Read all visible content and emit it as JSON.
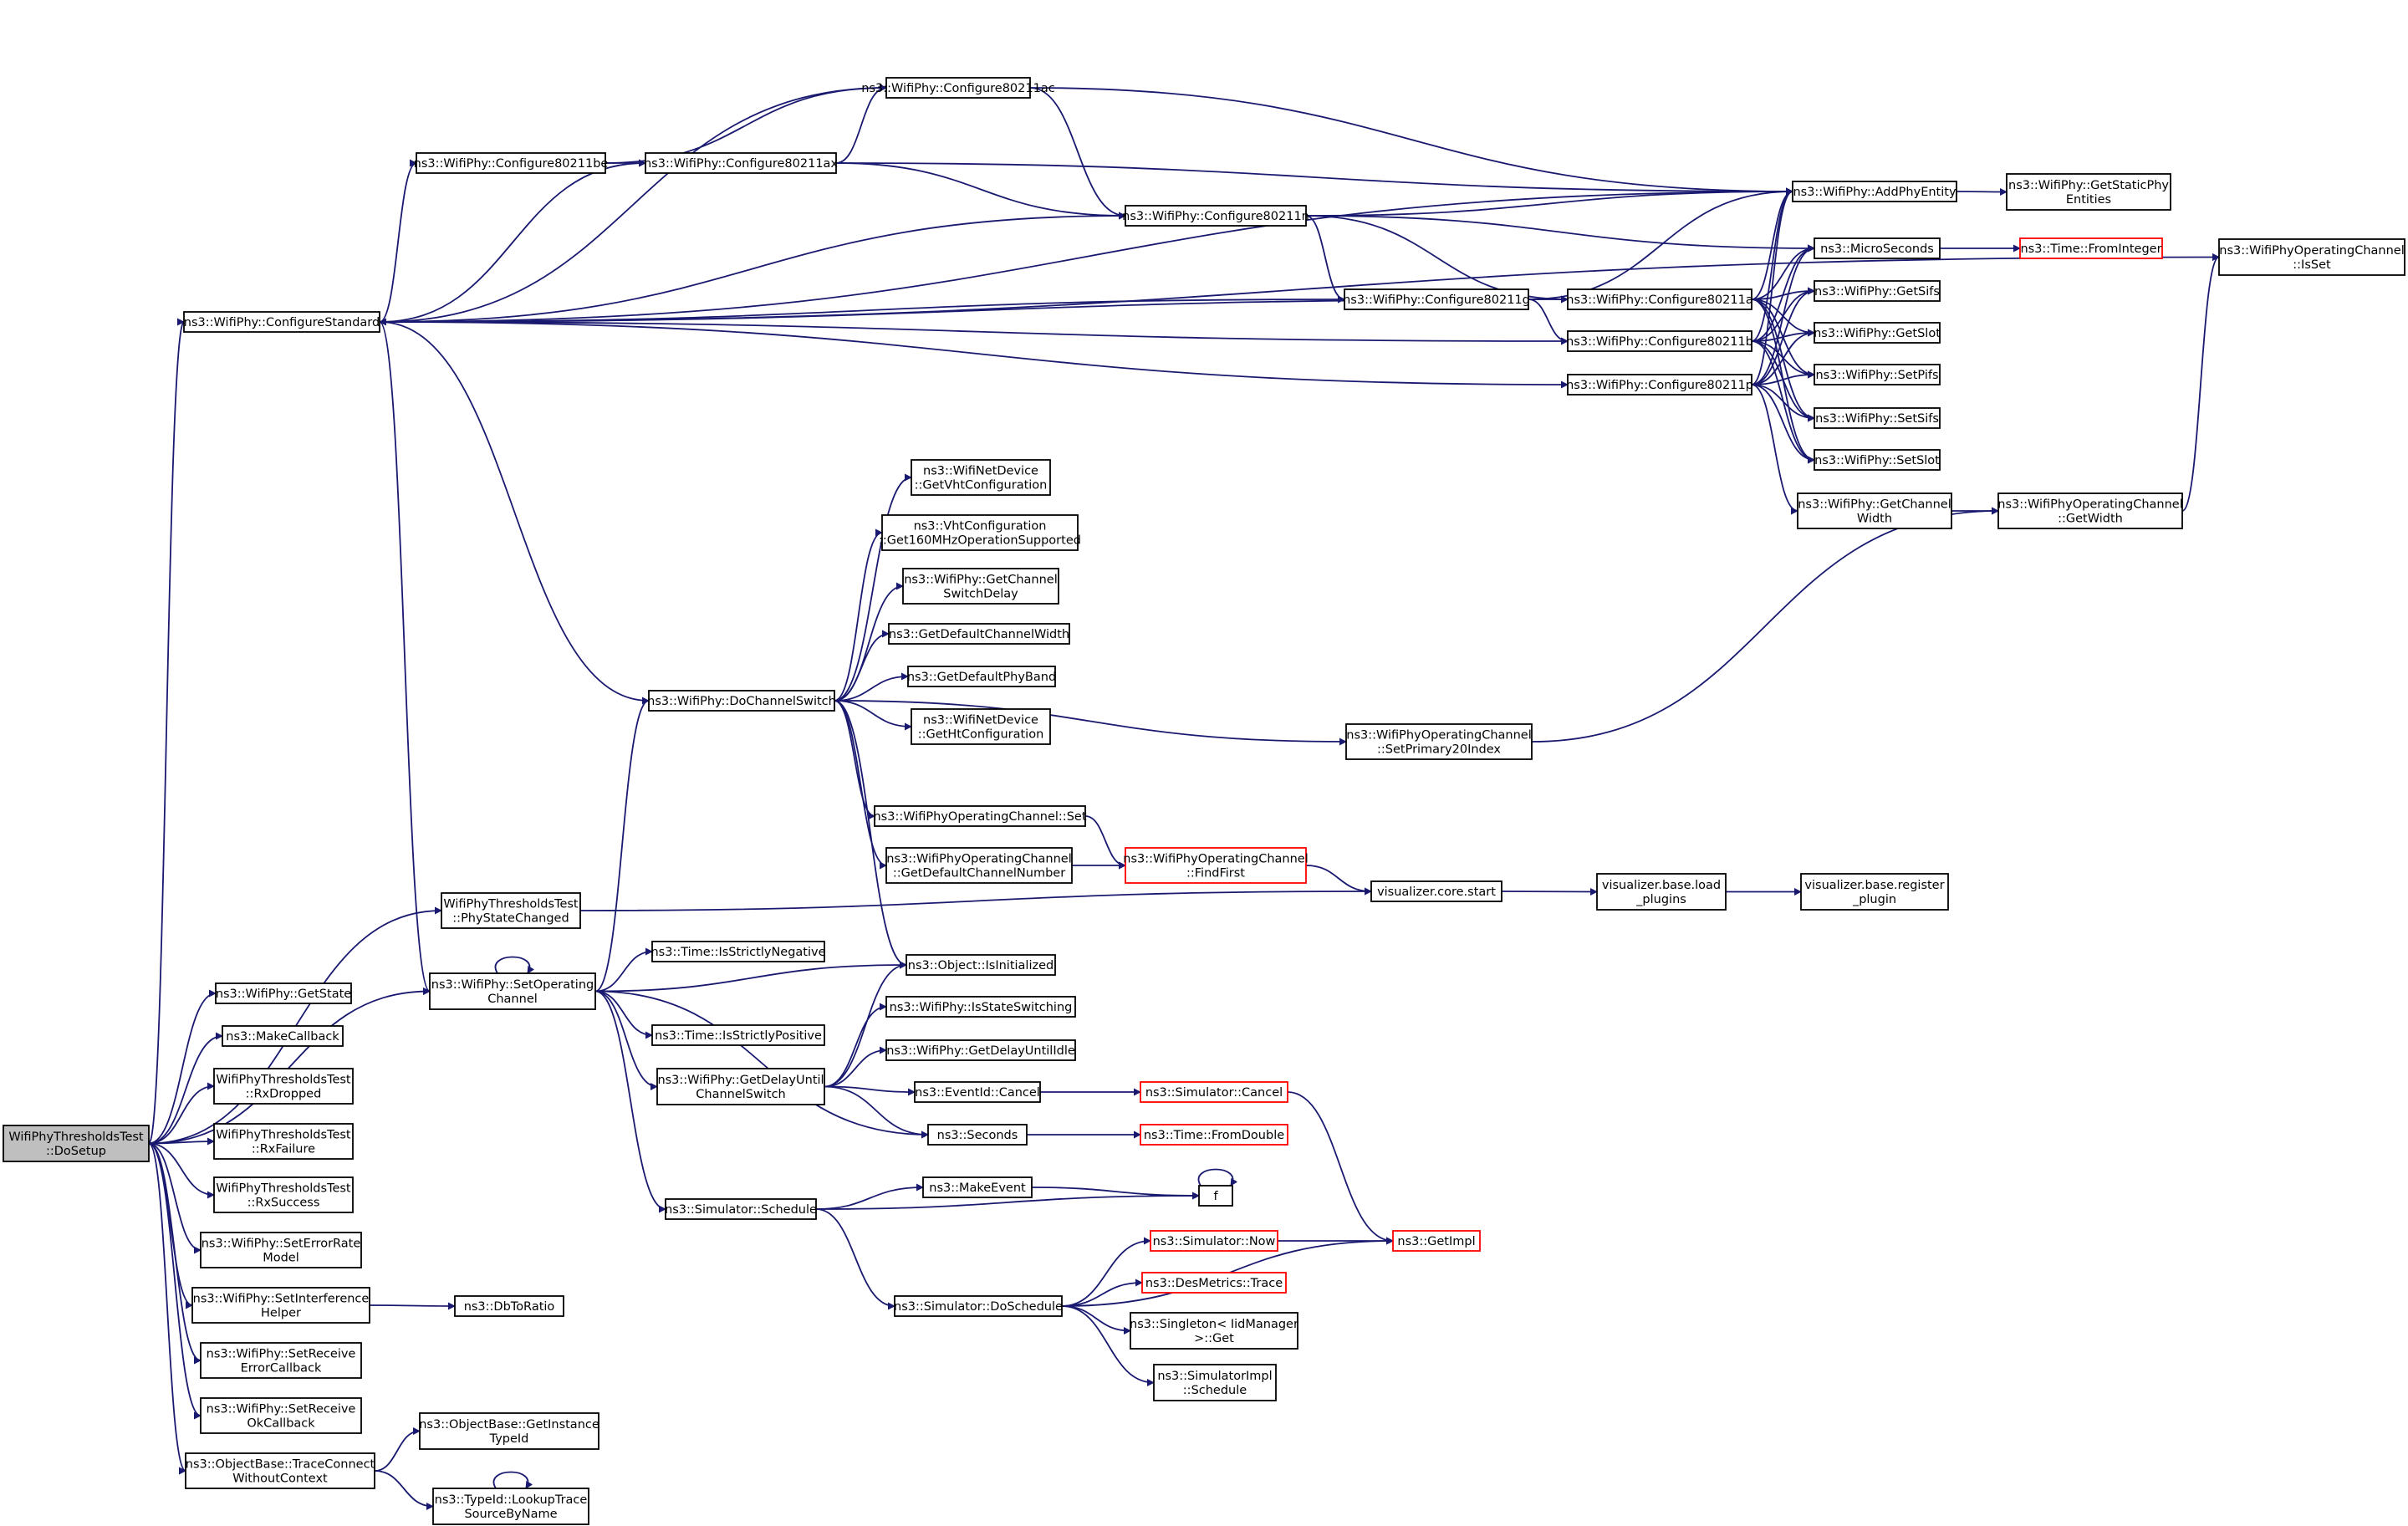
{
  "colors": {
    "edge": "#191970",
    "node_border": "#000000",
    "node_border_truncated": "#ff0000",
    "root_fill": "#bfbfbf",
    "background": "#ffffff"
  },
  "nodes": {
    "do_setup": [
      "WifiPhyThresholdsTest",
      "::DoSetup"
    ],
    "configure_standard": [
      "ns3::WifiPhy::ConfigureStandard"
    ],
    "configure_80211ac": [
      "ns3::WifiPhy::Configure80211ac"
    ],
    "configure_80211be": [
      "ns3::WifiPhy::Configure80211be"
    ],
    "configure_80211ax": [
      "ns3::WifiPhy::Configure80211ax"
    ],
    "configure_80211n": [
      "ns3::WifiPhy::Configure80211n"
    ],
    "configure_80211g": [
      "ns3::WifiPhy::Configure80211g"
    ],
    "configure_80211a": [
      "ns3::WifiPhy::Configure80211a"
    ],
    "configure_80211b": [
      "ns3::WifiPhy::Configure80211b"
    ],
    "configure_80211p": [
      "ns3::WifiPhy::Configure80211p"
    ],
    "add_phy_entity": [
      "ns3::WifiPhy::AddPhyEntity"
    ],
    "get_static_phy_entities": [
      "ns3::WifiPhy::GetStaticPhy",
      "Entities"
    ],
    "micro_seconds": [
      "ns3::MicroSeconds"
    ],
    "time_from_integer": [
      "ns3::Time::FromInteger"
    ],
    "get_sifs": [
      "ns3::WifiPhy::GetSifs"
    ],
    "get_slot": [
      "ns3::WifiPhy::GetSlot"
    ],
    "set_pifs": [
      "ns3::WifiPhy::SetPifs"
    ],
    "set_sifs": [
      "ns3::WifiPhy::SetSifs"
    ],
    "set_slot": [
      "ns3::WifiPhy::SetSlot"
    ],
    "get_channel_width": [
      "ns3::WifiPhy::GetChannel",
      "Width"
    ],
    "opchan_get_width": [
      "ns3::WifiPhyOperatingChannel",
      "::GetWidth"
    ],
    "opchan_is_set": [
      "ns3::WifiPhyOperatingChannel",
      "::IsSet"
    ],
    "netdev_get_vht": [
      "ns3::WifiNetDevice",
      "::GetVhtConfiguration"
    ],
    "vht_get160": [
      "ns3::VhtConfiguration",
      "::Get160MHzOperationSupported"
    ],
    "get_channel_switch_delay": [
      "ns3::WifiPhy::GetChannel",
      "SwitchDelay"
    ],
    "get_default_channel_width": [
      "ns3::GetDefaultChannelWidth"
    ],
    "get_default_phy_band": [
      "ns3::GetDefaultPhyBand"
    ],
    "netdev_get_ht": [
      "ns3::WifiNetDevice",
      "::GetHtConfiguration"
    ],
    "do_channel_switch": [
      "ns3::WifiPhy::DoChannelSwitch"
    ],
    "opchan_set_primary20": [
      "ns3::WifiPhyOperatingChannel",
      "::SetPrimary20Index"
    ],
    "opchan_set": [
      "ns3::WifiPhyOperatingChannel::Set"
    ],
    "opchan_get_default_channel_number": [
      "ns3::WifiPhyOperatingChannel",
      "::GetDefaultChannelNumber"
    ],
    "opchan_find_first": [
      "ns3::WifiPhyOperatingChannel",
      "::FindFirst"
    ],
    "phy_state_changed": [
      "WifiPhyThresholdsTest",
      "::PhyStateChanged"
    ],
    "visualizer_core_start": [
      "visualizer.core.start"
    ],
    "visualizer_load_plugins": [
      "visualizer.base.load",
      "_plugins"
    ],
    "visualizer_register_plugin": [
      "visualizer.base.register",
      "_plugin"
    ],
    "time_is_strictly_negative": [
      "ns3::Time::IsStrictlyNegative"
    ],
    "set_operating_channel": [
      "ns3::WifiPhy::SetOperating",
      "Channel"
    ],
    "object_is_initialized": [
      "ns3::Object::IsInitialized"
    ],
    "is_state_switching": [
      "ns3::WifiPhy::IsStateSwitching"
    ],
    "time_is_strictly_positive": [
      "ns3::Time::IsStrictlyPositive"
    ],
    "get_delay_until_idle": [
      "ns3::WifiPhy::GetDelayUntilIdle"
    ],
    "get_delay_until_channel_switch": [
      "ns3::WifiPhy::GetDelayUntil",
      "ChannelSwitch"
    ],
    "event_id_cancel": [
      "ns3::EventId::Cancel"
    ],
    "simulator_cancel": [
      "ns3::Simulator::Cancel"
    ],
    "seconds": [
      "ns3::Seconds"
    ],
    "time_from_double": [
      "ns3::Time::FromDouble"
    ],
    "make_event": [
      "ns3::MakeEvent"
    ],
    "f": [
      "f"
    ],
    "simulator_schedule": [
      "ns3::Simulator::Schedule"
    ],
    "simulator_now": [
      "ns3::Simulator::Now"
    ],
    "get_impl": [
      "ns3::GetImpl"
    ],
    "des_metrics_trace": [
      "ns3::DesMetrics::Trace"
    ],
    "simulator_do_schedule": [
      "ns3::Simulator::DoSchedule"
    ],
    "singleton_get": [
      "ns3::Singleton< IidManager",
      " >::Get"
    ],
    "simulator_impl_schedule": [
      "ns3::SimulatorImpl",
      "::Schedule"
    ],
    "get_state": [
      "ns3::WifiPhy::GetState"
    ],
    "make_callback": [
      "ns3::MakeCallback"
    ],
    "rx_dropped": [
      "WifiPhyThresholdsTest",
      "::RxDropped"
    ],
    "rx_failure": [
      "WifiPhyThresholdsTest",
      "::RxFailure"
    ],
    "rx_success": [
      "WifiPhyThresholdsTest",
      "::RxSuccess"
    ],
    "set_error_rate_model": [
      "ns3::WifiPhy::SetErrorRate",
      "Model"
    ],
    "set_interference_helper": [
      "ns3::WifiPhy::SetInterference",
      "Helper"
    ],
    "db_to_ratio": [
      "ns3::DbToRatio"
    ],
    "set_receive_error_callback": [
      "ns3::WifiPhy::SetReceive",
      "ErrorCallback"
    ],
    "set_receive_ok_callback": [
      "ns3::WifiPhy::SetReceive",
      "OkCallback"
    ],
    "trace_connect_without_context": [
      "ns3::ObjectBase::TraceConnect",
      "WithoutContext"
    ],
    "get_instance_type_id": [
      "ns3::ObjectBase::GetInstance",
      "TypeId"
    ],
    "lookup_trace_source_by_name": [
      "ns3::TypeId::LookupTrace",
      "SourceByName"
    ]
  },
  "truncated_nodes": [
    "time_from_integer",
    "opchan_find_first",
    "simulator_cancel",
    "time_from_double",
    "simulator_now",
    "get_impl",
    "des_metrics_trace"
  ],
  "root_node": "do_setup",
  "edges": [
    [
      "do_setup",
      "configure_standard"
    ],
    [
      "do_setup",
      "phy_state_changed"
    ],
    [
      "do_setup",
      "set_operating_channel"
    ],
    [
      "do_setup",
      "get_state"
    ],
    [
      "do_setup",
      "make_callback"
    ],
    [
      "do_setup",
      "rx_dropped"
    ],
    [
      "do_setup",
      "rx_failure"
    ],
    [
      "do_setup",
      "rx_success"
    ],
    [
      "do_setup",
      "set_error_rate_model"
    ],
    [
      "do_setup",
      "set_interference_helper"
    ],
    [
      "do_setup",
      "set_receive_error_callback"
    ],
    [
      "do_setup",
      "set_receive_ok_callback"
    ],
    [
      "do_setup",
      "trace_connect_without_context"
    ],
    [
      "configure_standard",
      "configure_80211ac"
    ],
    [
      "configure_standard",
      "configure_80211be"
    ],
    [
      "configure_standard",
      "configure_80211ax"
    ],
    [
      "configure_standard",
      "configure_80211n"
    ],
    [
      "configure_standard",
      "configure_80211g"
    ],
    [
      "configure_standard",
      "configure_80211a"
    ],
    [
      "configure_standard",
      "configure_80211b"
    ],
    [
      "configure_standard",
      "configure_80211p"
    ],
    [
      "configure_standard",
      "add_phy_entity"
    ],
    [
      "configure_standard",
      "opchan_is_set"
    ],
    [
      "configure_standard",
      "set_operating_channel"
    ],
    [
      "configure_80211be",
      "configure_80211ac"
    ],
    [
      "configure_80211be",
      "configure_80211ax"
    ],
    [
      "configure_80211ax",
      "configure_80211ac"
    ],
    [
      "configure_80211ax",
      "add_phy_entity"
    ],
    [
      "configure_80211ax",
      "configure_80211n"
    ],
    [
      "configure_80211ac",
      "add_phy_entity"
    ],
    [
      "configure_80211ac",
      "configure_80211n"
    ],
    [
      "configure_80211n",
      "add_phy_entity"
    ],
    [
      "configure_80211n",
      "micro_seconds"
    ],
    [
      "configure_80211n",
      "configure_80211g"
    ],
    [
      "configure_80211n",
      "configure_80211a"
    ],
    [
      "configure_80211g",
      "add_phy_entity"
    ],
    [
      "configure_80211g",
      "configure_80211b"
    ],
    [
      "configure_80211a",
      "add_phy_entity"
    ],
    [
      "configure_80211a",
      "micro_seconds"
    ],
    [
      "configure_80211a",
      "get_sifs"
    ],
    [
      "configure_80211a",
      "get_slot"
    ],
    [
      "configure_80211a",
      "set_pifs"
    ],
    [
      "configure_80211a",
      "set_sifs"
    ],
    [
      "configure_80211a",
      "set_slot"
    ],
    [
      "configure_80211b",
      "add_phy_entity"
    ],
    [
      "configure_80211b",
      "micro_seconds"
    ],
    [
      "configure_80211b",
      "get_sifs"
    ],
    [
      "configure_80211b",
      "get_slot"
    ],
    [
      "configure_80211b",
      "set_pifs"
    ],
    [
      "configure_80211b",
      "set_sifs"
    ],
    [
      "configure_80211b",
      "set_slot"
    ],
    [
      "configure_80211p",
      "add_phy_entity"
    ],
    [
      "configure_80211p",
      "micro_seconds"
    ],
    [
      "configure_80211p",
      "get_sifs"
    ],
    [
      "configure_80211p",
      "get_slot"
    ],
    [
      "configure_80211p",
      "set_pifs"
    ],
    [
      "configure_80211p",
      "set_sifs"
    ],
    [
      "configure_80211p",
      "set_slot"
    ],
    [
      "configure_80211p",
      "get_channel_width"
    ],
    [
      "add_phy_entity",
      "get_static_phy_entities"
    ],
    [
      "micro_seconds",
      "time_from_integer"
    ],
    [
      "get_channel_width",
      "opchan_get_width"
    ],
    [
      "opchan_get_width",
      "opchan_is_set"
    ],
    [
      "do_channel_switch",
      "configure_standard"
    ],
    [
      "do_channel_switch",
      "netdev_get_vht"
    ],
    [
      "do_channel_switch",
      "vht_get160"
    ],
    [
      "do_channel_switch",
      "get_channel_switch_delay"
    ],
    [
      "do_channel_switch",
      "get_default_channel_width"
    ],
    [
      "do_channel_switch",
      "get_default_phy_band"
    ],
    [
      "do_channel_switch",
      "netdev_get_ht"
    ],
    [
      "do_channel_switch",
      "opchan_set_primary20"
    ],
    [
      "do_channel_switch",
      "opchan_set"
    ],
    [
      "do_channel_switch",
      "opchan_get_default_channel_number"
    ],
    [
      "do_channel_switch",
      "object_is_initialized"
    ],
    [
      "opchan_set_primary20",
      "opchan_get_width"
    ],
    [
      "opchan_set",
      "opchan_find_first"
    ],
    [
      "opchan_get_default_channel_number",
      "opchan_find_first"
    ],
    [
      "opchan_find_first",
      "visualizer_core_start"
    ],
    [
      "phy_state_changed",
      "visualizer_core_start"
    ],
    [
      "visualizer_core_start",
      "visualizer_load_plugins"
    ],
    [
      "visualizer_load_plugins",
      "visualizer_register_plugin"
    ],
    [
      "set_operating_channel",
      "set_operating_channel"
    ],
    [
      "set_operating_channel",
      "do_channel_switch"
    ],
    [
      "set_operating_channel",
      "time_is_strictly_negative"
    ],
    [
      "set_operating_channel",
      "object_is_initialized"
    ],
    [
      "set_operating_channel",
      "time_is_strictly_positive"
    ],
    [
      "set_operating_channel",
      "get_delay_until_channel_switch"
    ],
    [
      "set_operating_channel",
      "seconds"
    ],
    [
      "set_operating_channel",
      "simulator_schedule"
    ],
    [
      "get_delay_until_channel_switch",
      "object_is_initialized"
    ],
    [
      "get_delay_until_channel_switch",
      "is_state_switching"
    ],
    [
      "get_delay_until_channel_switch",
      "get_delay_until_idle"
    ],
    [
      "get_delay_until_channel_switch",
      "event_id_cancel"
    ],
    [
      "get_delay_until_channel_switch",
      "seconds"
    ],
    [
      "event_id_cancel",
      "simulator_cancel"
    ],
    [
      "simulator_cancel",
      "get_impl"
    ],
    [
      "seconds",
      "time_from_double"
    ],
    [
      "simulator_schedule",
      "make_event"
    ],
    [
      "simulator_schedule",
      "f"
    ],
    [
      "simulator_schedule",
      "simulator_do_schedule"
    ],
    [
      "make_event",
      "f"
    ],
    [
      "f",
      "f"
    ],
    [
      "simulator_do_schedule",
      "simulator_now"
    ],
    [
      "simulator_do_schedule",
      "des_metrics_trace"
    ],
    [
      "simulator_do_schedule",
      "singleton_get"
    ],
    [
      "simulator_do_schedule",
      "simulator_impl_schedule"
    ],
    [
      "simulator_do_schedule",
      "get_impl"
    ],
    [
      "simulator_now",
      "get_impl"
    ],
    [
      "set_interference_helper",
      "db_to_ratio"
    ],
    [
      "trace_connect_without_context",
      "get_instance_type_id"
    ],
    [
      "trace_connect_without_context",
      "lookup_trace_source_by_name"
    ],
    [
      "lookup_trace_source_by_name",
      "lookup_trace_source_by_name"
    ]
  ]
}
